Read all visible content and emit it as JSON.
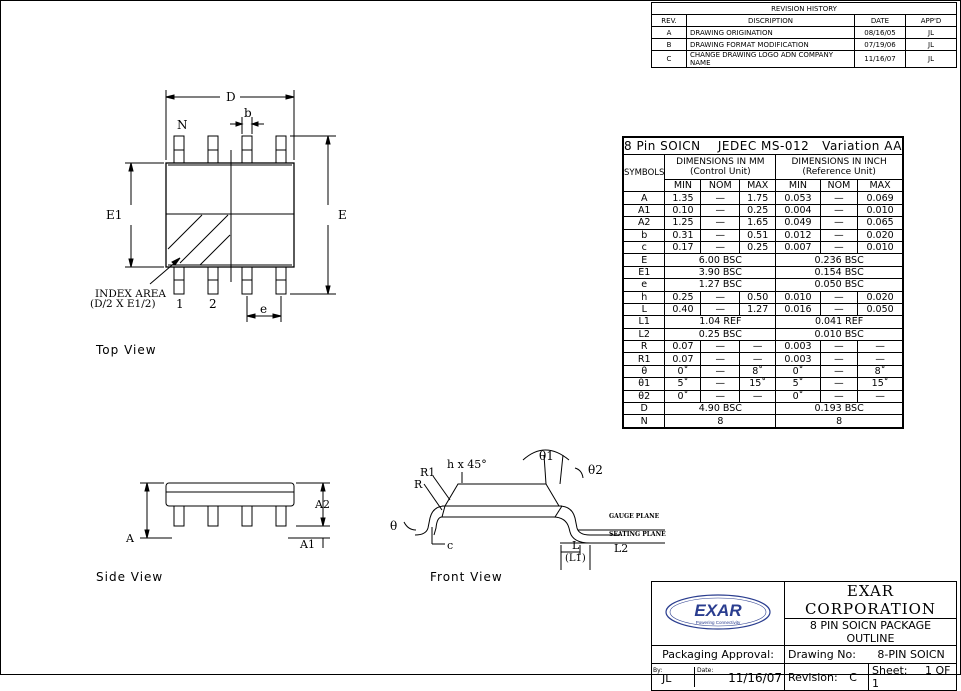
{
  "revision_history": {
    "title": "REVISION HISTORY",
    "headers": [
      "REV.",
      "DISCRIPTION",
      "DATE",
      "APP'D"
    ],
    "rows": [
      [
        "A",
        "DRAWING ORIGINATION",
        "08/16/05",
        "JL"
      ],
      [
        "B",
        "DRAWING FORMAT MODIFICATION",
        "07/19/06",
        "JL"
      ],
      [
        "C",
        "CHANGE DRAWING LOGO ADN COMPANY NAME",
        "11/16/07",
        "JL"
      ]
    ]
  },
  "dimension_table": {
    "title": "8 Pin SOICN    JEDEC MS-012   Variation AA",
    "symbols_header": "SYMBOLS",
    "mm_header": "DIMENSIONS IN MM (Control Unit)",
    "inch_header": "DIMENSIONS IN INCH (Reference Unit)",
    "sub_headers": [
      "MIN",
      "NOM",
      "MAX",
      "MIN",
      "NOM",
      "MAX"
    ],
    "rows": [
      {
        "sym": "A",
        "cells": [
          "1.35",
          "—",
          "1.75",
          "0.053",
          "—",
          "0.069"
        ]
      },
      {
        "sym": "A1",
        "cells": [
          "0.10",
          "—",
          "0.25",
          "0.004",
          "—",
          "0.010"
        ]
      },
      {
        "sym": "A2",
        "cells": [
          "1.25",
          "—",
          "1.65",
          "0.049",
          "—",
          "0.065"
        ]
      },
      {
        "sym": "b",
        "cells": [
          "0.31",
          "—",
          "0.51",
          "0.012",
          "—",
          "0.020"
        ]
      },
      {
        "sym": "c",
        "cells": [
          "0.17",
          "—",
          "0.25",
          "0.007",
          "—",
          "0.010"
        ]
      },
      {
        "sym": "E",
        "mm": "6.00 BSC",
        "inch": "0.236 BSC"
      },
      {
        "sym": "E1",
        "mm": "3.90 BSC",
        "inch": "0.154 BSC"
      },
      {
        "sym": "e",
        "mm": "1.27 BSC",
        "inch": "0.050 BSC"
      },
      {
        "sym": "h",
        "cells": [
          "0.25",
          "—",
          "0.50",
          "0.010",
          "—",
          "0.020"
        ]
      },
      {
        "sym": "L",
        "cells": [
          "0.40",
          "—",
          "1.27",
          "0.016",
          "—",
          "0.050"
        ]
      },
      {
        "sym": "L1",
        "mm": "1.04 REF",
        "inch": "0.041 REF"
      },
      {
        "sym": "L2",
        "mm": "0.25 BSC",
        "inch": "0.010 BSC"
      },
      {
        "sym": "R",
        "cells": [
          "0.07",
          "—",
          "—",
          "0.003",
          "—",
          "—"
        ]
      },
      {
        "sym": "R1",
        "cells": [
          "0.07",
          "—",
          "—",
          "0.003",
          "—",
          "—"
        ]
      },
      {
        "sym": "θ",
        "cells": [
          "0˚",
          "—",
          "8˚",
          "0˚",
          "—",
          "8˚"
        ]
      },
      {
        "sym": "θ1",
        "cells": [
          "5˚",
          "—",
          "15˚",
          "5˚",
          "—",
          "15˚"
        ]
      },
      {
        "sym": "θ2",
        "cells": [
          "0˚",
          "—",
          "—",
          "0˚",
          "—",
          "—"
        ]
      },
      {
        "sym": "D",
        "mm": "4.90 BSC",
        "inch": "0.193 BSC"
      },
      {
        "sym": "N",
        "mm": "8",
        "inch": "8"
      }
    ]
  },
  "views": {
    "top": "Top View",
    "side": "Side View",
    "front": "Front View"
  },
  "drawing_labels": {
    "D": "D",
    "b": "b",
    "N": "N",
    "E1": "E1",
    "E": "E",
    "e": "e",
    "pin1": "1",
    "pin2": "2",
    "index_area_1": "INDEX AREA",
    "index_area_2": "(D/2 X E1/2)",
    "A": "A",
    "A1": "A1",
    "A2": "A2",
    "h45": "h x 45°",
    "R1": "R1",
    "R": "R",
    "theta": "θ",
    "theta1": "θ1",
    "theta2": "θ2",
    "c": "c",
    "L": "L",
    "L1": "(L1)",
    "L2": "L2",
    "gauge": "GAUGE PLANE",
    "seating": "SEATING PLANE"
  },
  "title_block": {
    "company": "EXAR CORPORATION",
    "logo_text": "EXAR",
    "logo_tagline": "Powering Connectivity",
    "package": "8 PIN SOICN PACKAGE OUTLINE",
    "approval": "Packaging Approval:",
    "drawing_no_label": "Drawing No:",
    "drawing_no": "8-PIN SOICN",
    "by_label": "By:",
    "by": "JL",
    "date_label": "Date:",
    "date": "11/16/07",
    "revision_label": "Revision:",
    "revision": "C",
    "sheet_label": "Sheet:",
    "sheet": "1 OF 1"
  },
  "colors": {
    "logo_blue": "#2a3d8f",
    "ink": "#000000"
  }
}
